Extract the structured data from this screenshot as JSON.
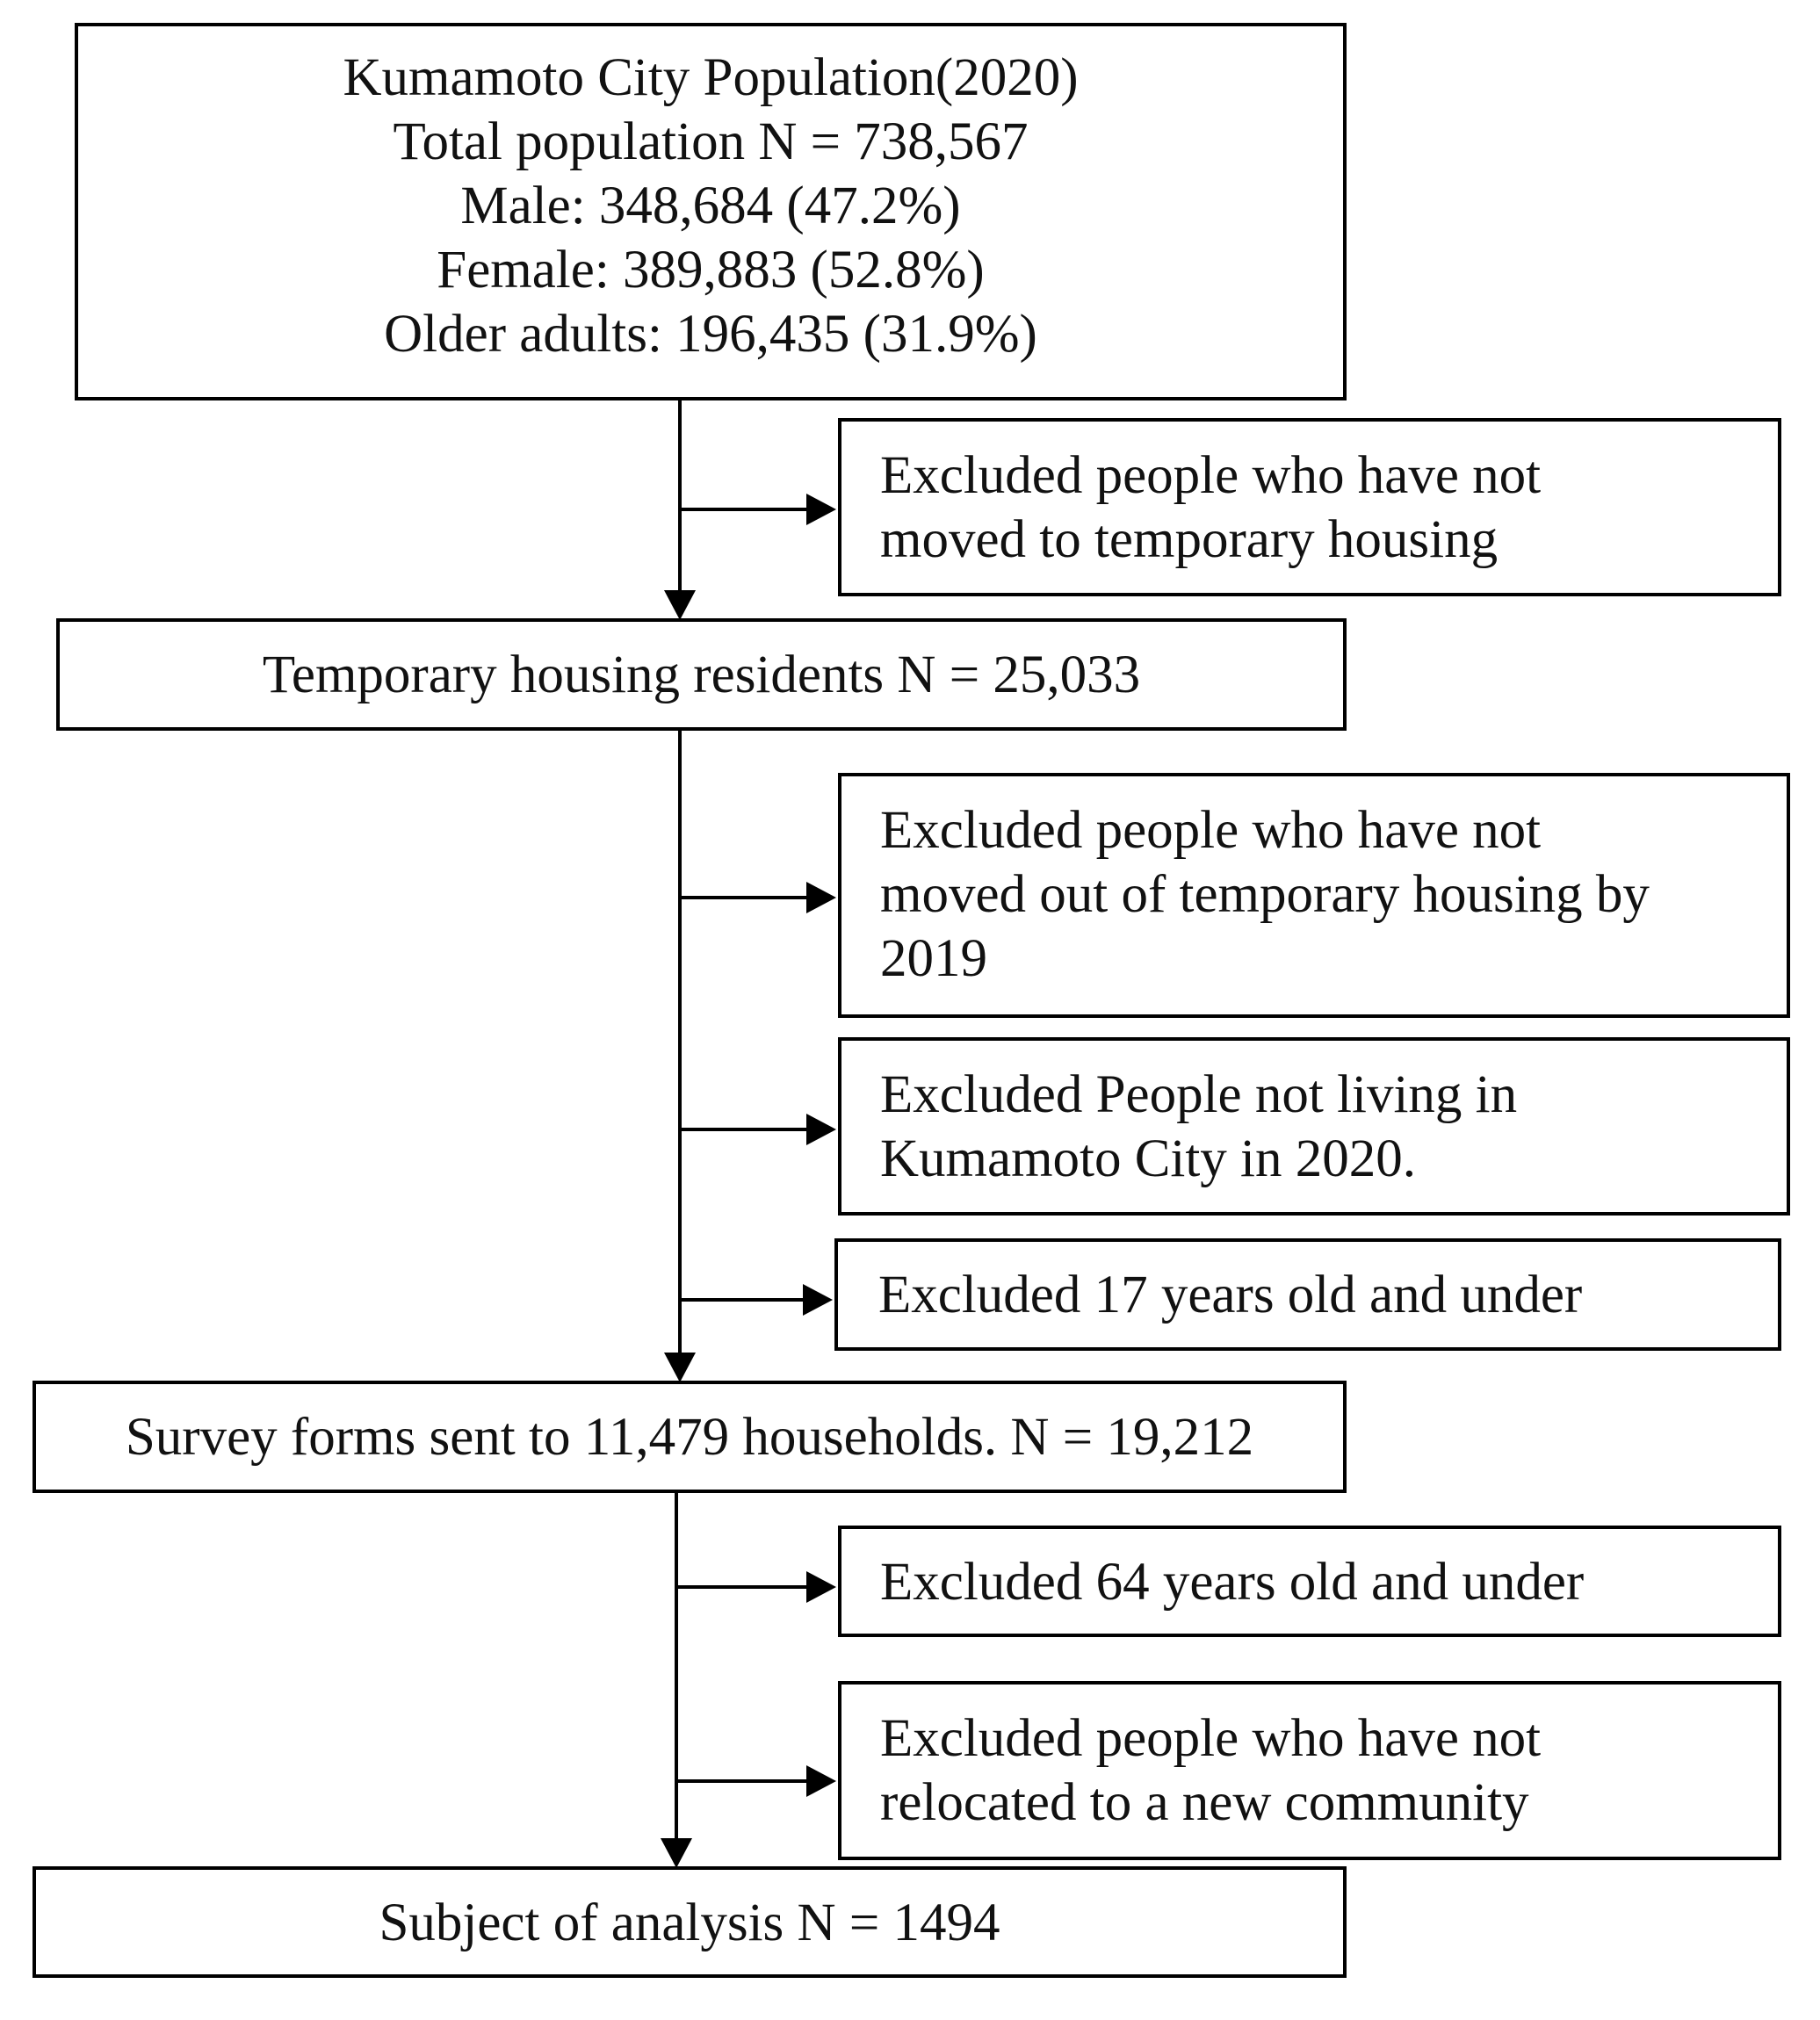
{
  "population_box": {
    "lines": [
      "Kumamoto City Population(2020)",
      "Total population N = 738,567",
      "Male: 348,684 (47.2%)",
      "Female: 389,883 (52.8%)",
      "Older adults: 196,435 (31.9%)"
    ]
  },
  "exclusion_1": {
    "lines": [
      "Excluded  people who have not",
      "moved to temporary housing"
    ]
  },
  "temporary_box": {
    "text": "Temporary housing residents N = 25,033"
  },
  "exclusion_2": {
    "lines": [
      "Excluded  people who have not",
      "moved out of temporary housing by",
      "2019"
    ]
  },
  "exclusion_3": {
    "lines": [
      "Excluded  People not living in",
      "Kumamoto City in 2020."
    ]
  },
  "exclusion_4": {
    "text": "Excluded  17 years old and under"
  },
  "survey_box": {
    "text": "Survey forms sent to 11,479 households. N = 19,212"
  },
  "exclusion_5": {
    "text": "Excluded  64 years old and under"
  },
  "exclusion_6": {
    "lines": [
      "Excluded  people who have not",
      "relocated to a new community"
    ]
  },
  "subject_box": {
    "text": "Subject of analysis N = 1494"
  }
}
